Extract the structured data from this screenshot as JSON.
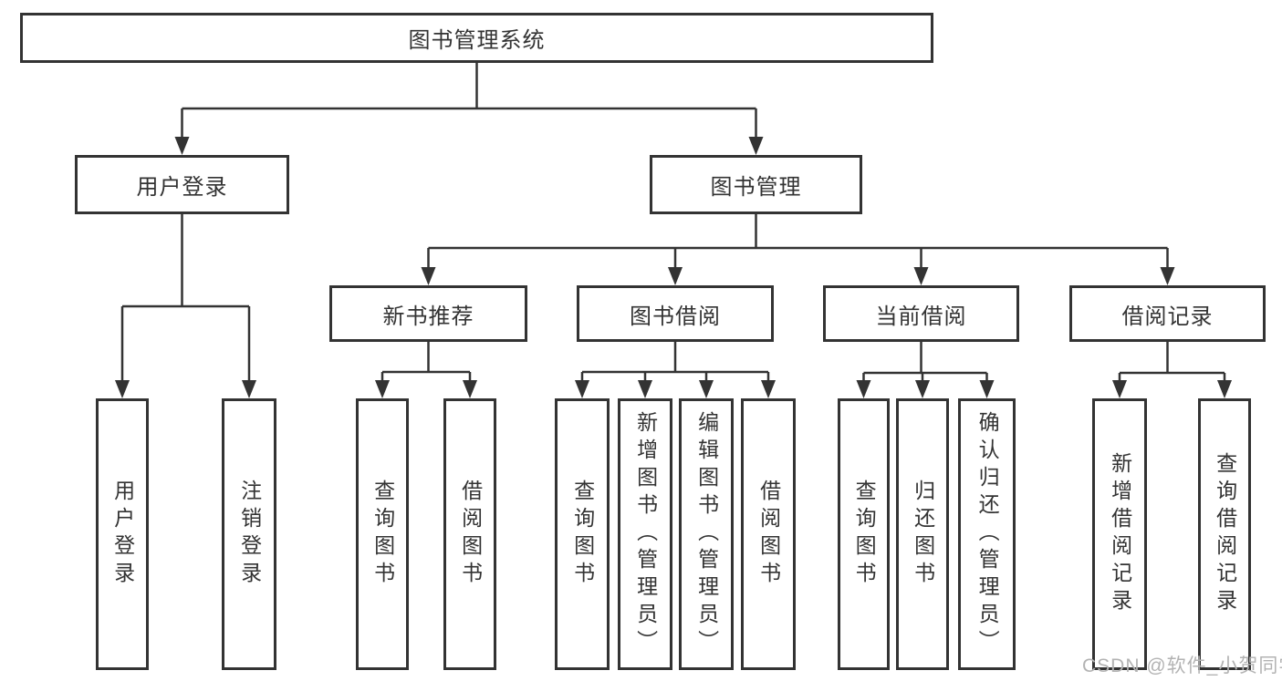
{
  "tree": {
    "root": {
      "label": "图书管理系统",
      "children": [
        {
          "label": "用户登录",
          "children": [
            {
              "label": "用户登录"
            },
            {
              "label": "注销登录"
            }
          ]
        },
        {
          "label": "图书管理",
          "children": [
            {
              "label": "新书推荐",
              "children": [
                {
                  "label": "查询图书"
                },
                {
                  "label": "借阅图书"
                }
              ]
            },
            {
              "label": "图书借阅",
              "children": [
                {
                  "label": "查询图书"
                },
                {
                  "label": "新增图书（管理员）"
                },
                {
                  "label": "编辑图书（管理员）"
                },
                {
                  "label": "借阅图书"
                }
              ]
            },
            {
              "label": "当前借阅",
              "children": [
                {
                  "label": "查询图书"
                },
                {
                  "label": "归还图书"
                },
                {
                  "label": "确认归还（管理员）"
                }
              ]
            },
            {
              "label": "借阅记录",
              "children": [
                {
                  "label": "新增借阅记录"
                },
                {
                  "label": "查询借阅记录"
                }
              ]
            }
          ]
        }
      ]
    }
  },
  "watermark": {
    "text": "CSDN @软件_小贺同学"
  },
  "colors": {
    "line": "#333333",
    "box_border": "#333333",
    "box_fill": "#ffffff",
    "text": "#333333",
    "watermark": "#b3b3b3",
    "background": "#ffffff"
  }
}
